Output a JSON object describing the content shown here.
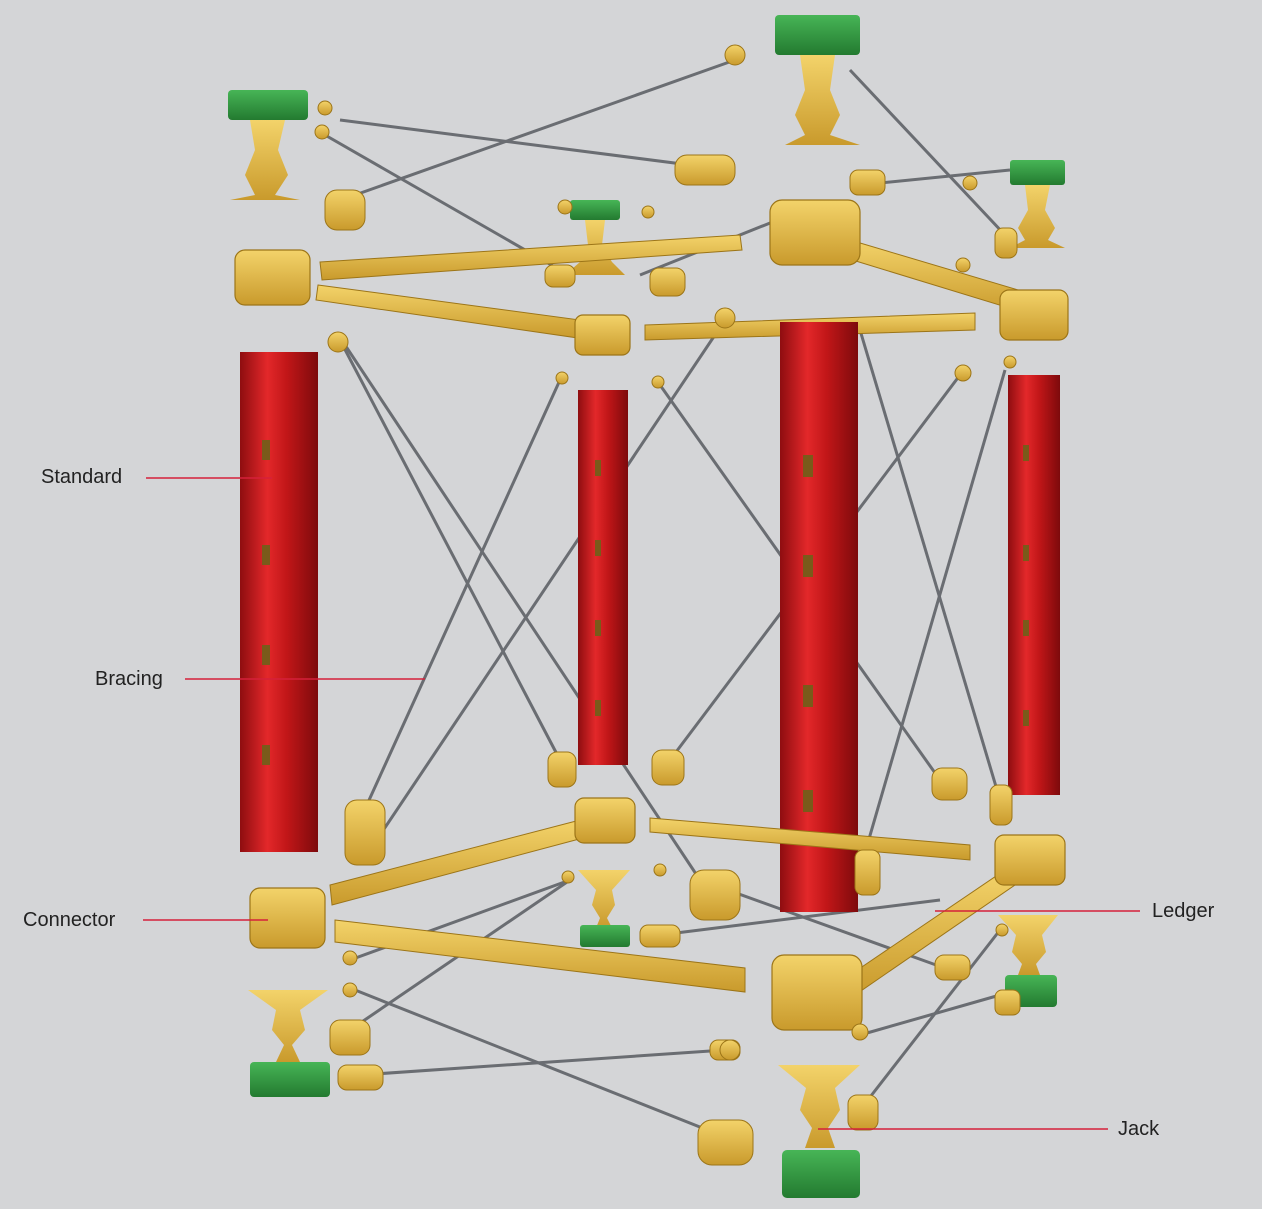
{
  "labels": {
    "standard": "Standard",
    "bracing": "Bracing",
    "connector": "Connector",
    "ledger": "Ledger",
    "jack": "Jack"
  },
  "colors": {
    "background": "#d4d5d7",
    "standard": "#d31a1a",
    "ledger": "#e8bf45",
    "jack_base": "#2f9a3e",
    "bracing": "#6a6d72",
    "leader_line": "#d5203a"
  }
}
